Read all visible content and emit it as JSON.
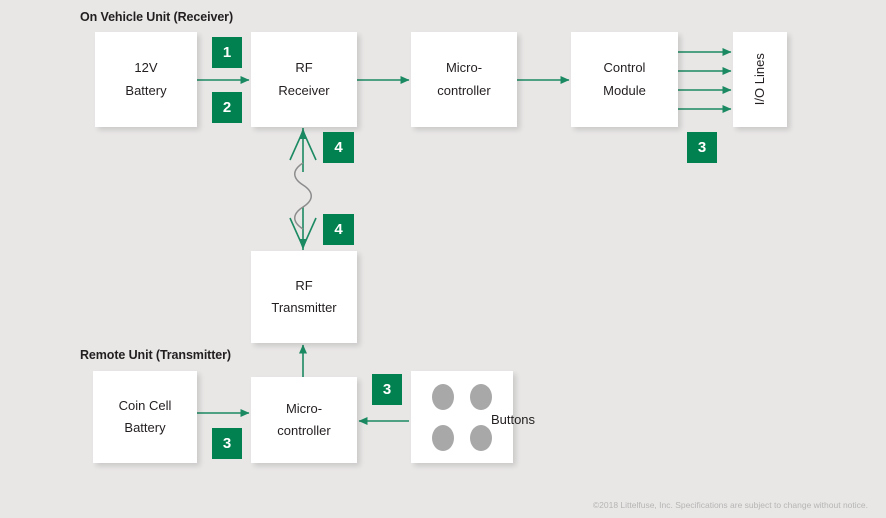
{
  "diagram": {
    "title_receiver": "On Vehicle Unit (Receiver)",
    "title_transmitter": "Remote Unit (Transmitter)",
    "colors": {
      "background": "#e8e7e6",
      "badge_green": "#00814f",
      "arrow_green": "#1b8a62",
      "box_white": "#ffffff",
      "text_dark": "#231f20",
      "button_gray": "#a8a8a8",
      "wave_gray": "#8c8c8c",
      "footer_gray": "#b6b5b4"
    },
    "blocks": [
      {
        "id": "battery-12v",
        "line1": "12V",
        "line2": "Battery"
      },
      {
        "id": "rf-receiver",
        "line1": "RF",
        "line2": "Receiver"
      },
      {
        "id": "mcu-receiver",
        "line1": "Micro-",
        "line2": "controller"
      },
      {
        "id": "control-module",
        "line1": "Control",
        "line2": "Module"
      },
      {
        "id": "io-lines",
        "line1": "I/O Lines",
        "line2": ""
      },
      {
        "id": "rf-transmitter",
        "line1": "RF",
        "line2": "Transmitter"
      },
      {
        "id": "coin-cell",
        "line1": "Coin Cell",
        "line2": "Battery"
      },
      {
        "id": "mcu-remote",
        "line1": "Micro-",
        "line2": "controller"
      },
      {
        "id": "buttons",
        "line1": "Buttons",
        "line2": ""
      }
    ],
    "badges": [
      {
        "id": "badge-1-battery-to-rf",
        "value": "1"
      },
      {
        "id": "badge-2-battery-to-rf",
        "value": "2"
      },
      {
        "id": "badge-4-receiver-antenna",
        "value": "4"
      },
      {
        "id": "badge-4-transmitter-antenna",
        "value": "4"
      },
      {
        "id": "badge-3-io-lines",
        "value": "3"
      },
      {
        "id": "badge-3-coin-cell",
        "value": "3"
      },
      {
        "id": "badge-3-buttons",
        "value": "3"
      }
    ],
    "button_count": 4,
    "io_arrow_count": 4,
    "footer": "©2018 Littelfuse, Inc. Specifications are subject to change without notice."
  }
}
